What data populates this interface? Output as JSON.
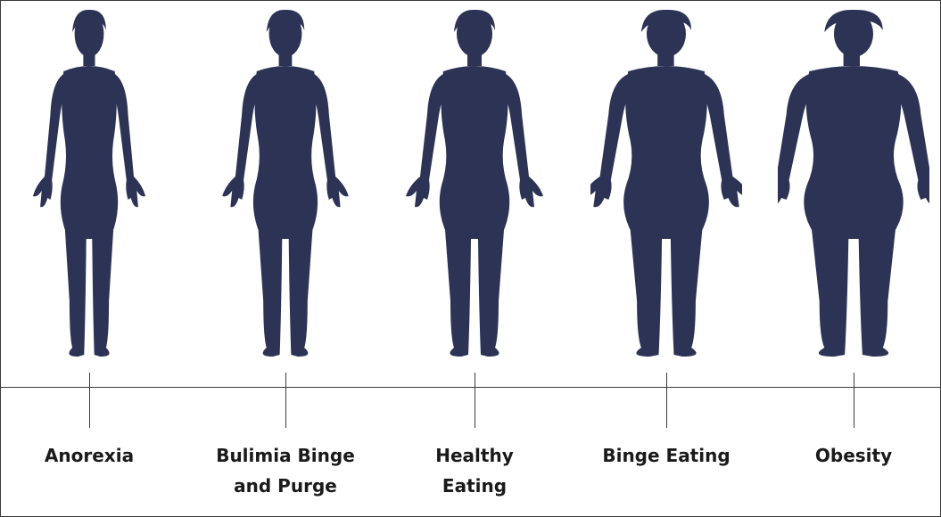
{
  "colors": {
    "silhouette": "#2c3355",
    "line": "#3a3a3a",
    "text": "#1a1a1a"
  },
  "figures": [
    {
      "id": "anorexia",
      "icon": "human-silhouette-icon",
      "label_lines": [
        "Anorexia"
      ]
    },
    {
      "id": "bulimia",
      "icon": "human-silhouette-icon",
      "label_lines": [
        "Bulimia Binge",
        "and Purge"
      ]
    },
    {
      "id": "healthy",
      "icon": "human-silhouette-icon",
      "label_lines": [
        "Healthy",
        "Eating"
      ]
    },
    {
      "id": "binge",
      "icon": "human-silhouette-icon",
      "label_lines": [
        "Binge Eating"
      ]
    },
    {
      "id": "obesity",
      "icon": "human-silhouette-icon",
      "label_lines": [
        "Obesity"
      ]
    }
  ]
}
